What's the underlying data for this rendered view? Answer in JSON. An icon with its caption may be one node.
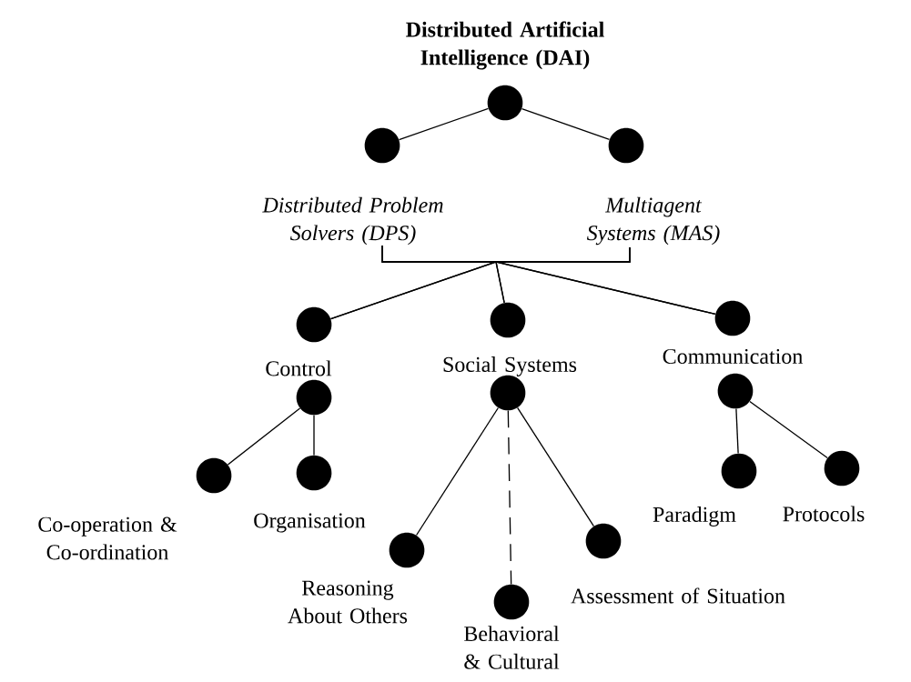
{
  "diagram": {
    "nodes": [
      {
        "text": [
          "Distributed Artificial Intelligence (DAI)"
        ]
      },
      {
        "text": [
          "Distributed Problem Solvers (DPS)"
        ]
      },
      {
        "text": [
          "Multiagent Systems (MAS)"
        ]
      },
      {
        "text": [
          "Control"
        ]
      },
      {
        "text": [],
        "shape": "circle"
      },
      {
        "text": [
          "Social Systems"
        ]
      },
      {
        "text": [],
        "shape": "circle"
      },
      {
        "text": [
          "Communication"
        ]
      },
      {
        "text": [],
        "shape": "circle"
      },
      {
        "text": [
          "Co-operation & Co-ordination"
        ]
      },
      {
        "text": [
          "Organisation"
        ]
      },
      {
        "text": [
          "Reasoning About Others"
        ]
      },
      {
        "text": [
          "Behavioral & Cultural"
        ]
      },
      {
        "text": [
          "Assessment of Situation"
        ]
      },
      {
        "text": [
          "Paradigm"
        ]
      },
      {
        "text": [
          "Protocols"
        ]
      }
    ],
    "edges": [
      {
        "from": 0,
        "to": 1,
        "arrow": "none"
      },
      {
        "from": 0,
        "to": 2,
        "arrow": "none"
      },
      {
        "from": 1,
        "to": 3,
        "arrow": "none"
      },
      {
        "from": 1,
        "to": 5,
        "arrow": "none"
      },
      {
        "from": 1,
        "to": 7,
        "arrow": "none"
      },
      {
        "from": 2,
        "to": 3,
        "arrow": "none"
      },
      {
        "from": 2,
        "to": 5,
        "arrow": "none"
      },
      {
        "from": 2,
        "to": 7,
        "arrow": "none"
      },
      {
        "from": 4,
        "to": 9,
        "arrow": "none"
      },
      {
        "from": 4,
        "to": 10,
        "arrow": "none"
      },
      {
        "from": 6,
        "to": 11,
        "arrow": "none"
      },
      {
        "from": 6,
        "to": 12,
        "arrow": "none",
        "style": "dashed"
      },
      {
        "from": 6,
        "to": 13,
        "arrow": "none"
      },
      {
        "from": 8,
        "to": 14,
        "arrow": "none"
      },
      {
        "from": 8,
        "to": 15,
        "arrow": "none"
      }
    ]
  }
}
